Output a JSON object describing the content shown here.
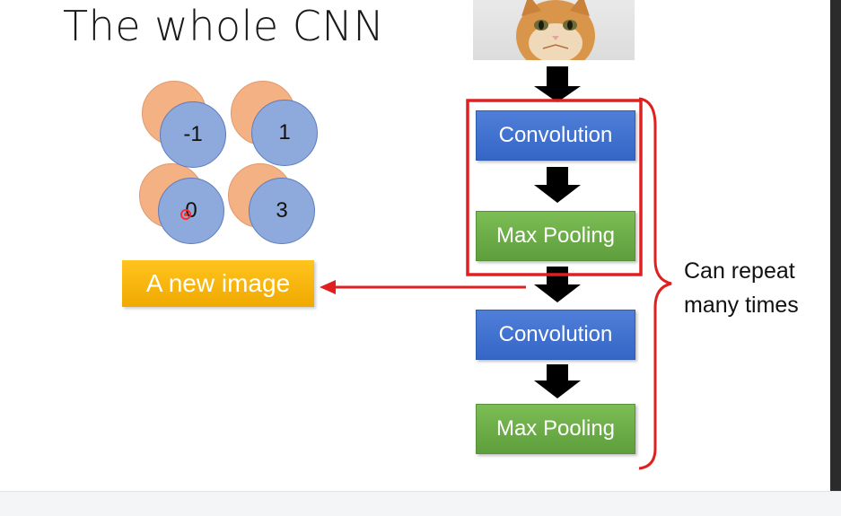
{
  "slide": {
    "title": "The whole CNN"
  },
  "feature_map": {
    "values": [
      "-1",
      "1",
      "0",
      "3"
    ]
  },
  "new_image_label": "A new image",
  "pipeline": {
    "blocks": [
      "Convolution",
      "Max Pooling",
      "Convolution",
      "Max Pooling"
    ]
  },
  "note": {
    "line1": "Can repeat",
    "line2": "many times"
  },
  "colors": {
    "convolution": "#3f72cf",
    "max_pooling": "#6aab47",
    "new_image": "#ffbf00",
    "highlight": "#e02020",
    "arrow": "#000000"
  }
}
